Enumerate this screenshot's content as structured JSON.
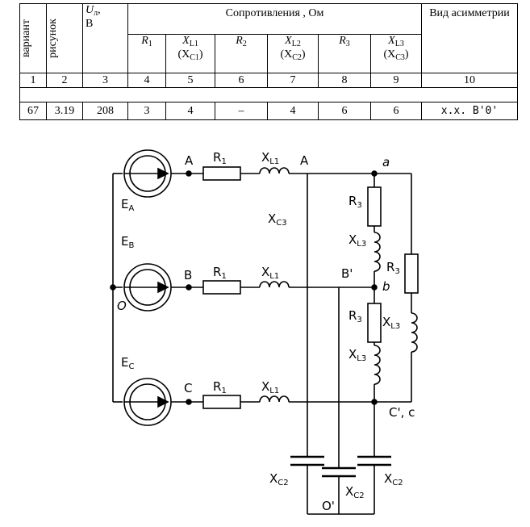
{
  "table": {
    "h_variant": "вариант",
    "h_figure": "рисунок",
    "h_voltage": "U",
    "h_voltage_sub": "л",
    "h_voltage_unit": "В",
    "h_resist": "Сопротивления , Ом",
    "h_asym": "Вид асимметрии",
    "r1": "R",
    "r1_sub": "1",
    "xl1": "X",
    "xl1_sub": "L1",
    "xc1": "(X",
    "xc1_sub": "C1",
    "xc1_end": ")",
    "r2": "R",
    "r2_sub": "2",
    "xl2": "X",
    "xl2_sub": "L2",
    "xc2": "(X",
    "xc2_sub": "C2",
    "xc2_end": ")",
    "r3": "R",
    "r3_sub": "3",
    "xl3": "X",
    "xl3_sub": "L3",
    "xc3": "(X",
    "xc3_sub": "C3",
    "xc3_end": ")",
    "col_numbers": [
      "1",
      "2",
      "3",
      "4",
      "5",
      "6",
      "7",
      "8",
      "9",
      "10"
    ],
    "row_values": [
      "67",
      "3.19",
      "208",
      "3",
      "4",
      "–",
      "4",
      "6",
      "6",
      "х.х. B'0'"
    ]
  },
  "circuit": {
    "EA": "E",
    "EA_sub": "A",
    "EB": "E",
    "EB_sub": "B",
    "EC": "E",
    "EC_sub": "C",
    "node_A": "A",
    "node_A2": "A",
    "node_B": "B",
    "node_C": "C",
    "node_O": "O",
    "node_Bp": "B'",
    "node_Op": "O'",
    "node_a": "a",
    "node_b": "b",
    "node_Cc": "C', c",
    "R1": "R",
    "R1_sub": "1",
    "XL1": "X",
    "XL1_sub": "L1",
    "XC3": "X",
    "XC3_sub": "C3",
    "R3": "R",
    "R3_sub": "3",
    "XL3": "X",
    "XL3_sub": "L3",
    "XC2": "X",
    "XC2_sub": "C2"
  }
}
